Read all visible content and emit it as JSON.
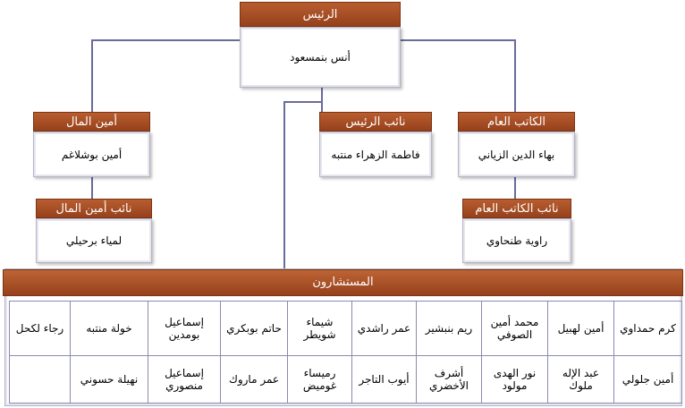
{
  "president": {
    "title": "الرئيس",
    "name": "أنس بنمسعود"
  },
  "treasurer": {
    "title": "أمين المال",
    "name": "أمين بوشلاغم"
  },
  "vice_president": {
    "title": "نائب الرئيس",
    "name": "فاطمة الزهراء منتبه"
  },
  "secretary_general": {
    "title": "الكاتب العام",
    "name": "بهاء الدين الزياني"
  },
  "deputy_treasurer": {
    "title": "نائب أمين المال",
    "name": "لمياء برحيلي"
  },
  "deputy_secretary": {
    "title": "نائب الكاتب العام",
    "name": "راوية طنحاوي"
  },
  "advisors": {
    "title": "المستشارون",
    "row1": [
      "كرم حمداوي",
      "أمين لهبيل",
      "محمد أمين الصوفي",
      "ريم بنبشير",
      "عمر راشدي",
      "شيماء شويطر",
      "حاتم بوبكري",
      "إسماعيل بومدين",
      "خولة منتبه",
      "رجاء لكحل"
    ],
    "row2": [
      "أمين جلولي",
      "عبد الإله ملوك",
      "نور الهدى مولود",
      "أشرف الأخضري",
      "أيوب التاجر",
      "رميساء غوميض",
      "عمر ماروك",
      "إسماعيل منصوري",
      "نهيلة حسوني",
      ""
    ]
  },
  "colors": {
    "header": "#a24a22",
    "connector": "#6a6a9c",
    "border": "#b5b5c8"
  }
}
